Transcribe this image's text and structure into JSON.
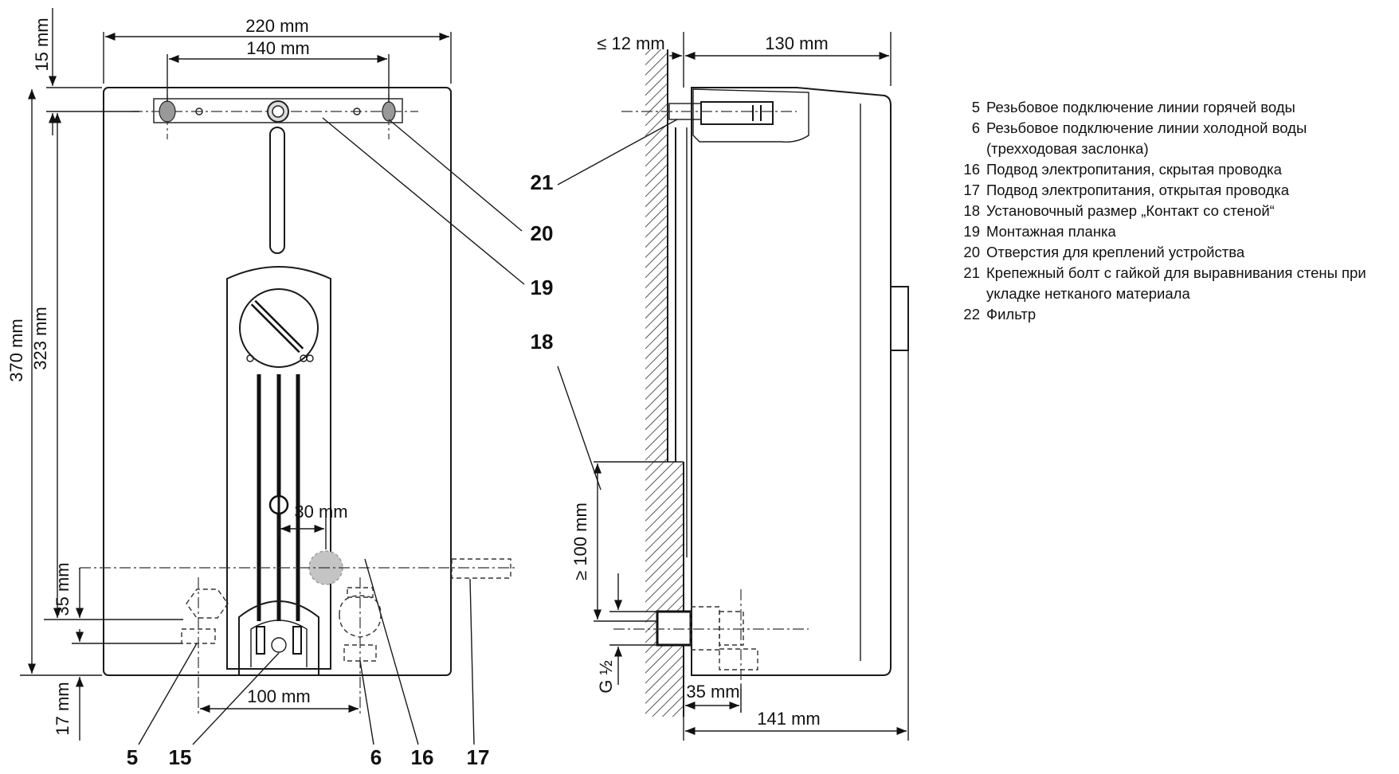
{
  "front_view": {
    "dims": {
      "width_220": "220 mm",
      "width_140": "140 mm",
      "top_15": "15 mm",
      "height_370": "370 mm",
      "height_323": "323 mm",
      "offset_30": "30 mm",
      "height_35": "35 mm",
      "height_17": "17 mm",
      "spacing_100": "100 mm"
    },
    "callouts": {
      "c5": "5",
      "c15": "15",
      "c6": "6",
      "c16": "16",
      "c17": "17",
      "c19": "19",
      "c20": "20"
    }
  },
  "side_view": {
    "dims": {
      "wall_12": "≤ 12 mm",
      "depth_130": "130 mm",
      "min_100": "≥ 100 mm",
      "thread": "G ½",
      "depth_35": "35 mm",
      "depth_141": "141 mm"
    },
    "callouts": {
      "c21": "21",
      "c18": "18"
    }
  },
  "legend": [
    {
      "num": "5",
      "text": "Резьбовое подключение линии горячей воды"
    },
    {
      "num": "6",
      "text": "Резьбовое подключение линии холодной воды (трехходовая заслонка)"
    },
    {
      "num": "16",
      "text": "Подвод электропитания, скрытая проводка"
    },
    {
      "num": "17",
      "text": "Подвод электропитания, открытая проводка"
    },
    {
      "num": "18",
      "text": "Установочный размер „Контакт со стеной“"
    },
    {
      "num": "19",
      "text": "Монтажная планка"
    },
    {
      "num": "20",
      "text": "Отверстия для креплений устройства"
    },
    {
      "num": "21",
      "text": "Крепежный болт с гайкой для выравнивания стены при укладке нетканого материала"
    },
    {
      "num": "22",
      "text": "Фильтр"
    }
  ]
}
